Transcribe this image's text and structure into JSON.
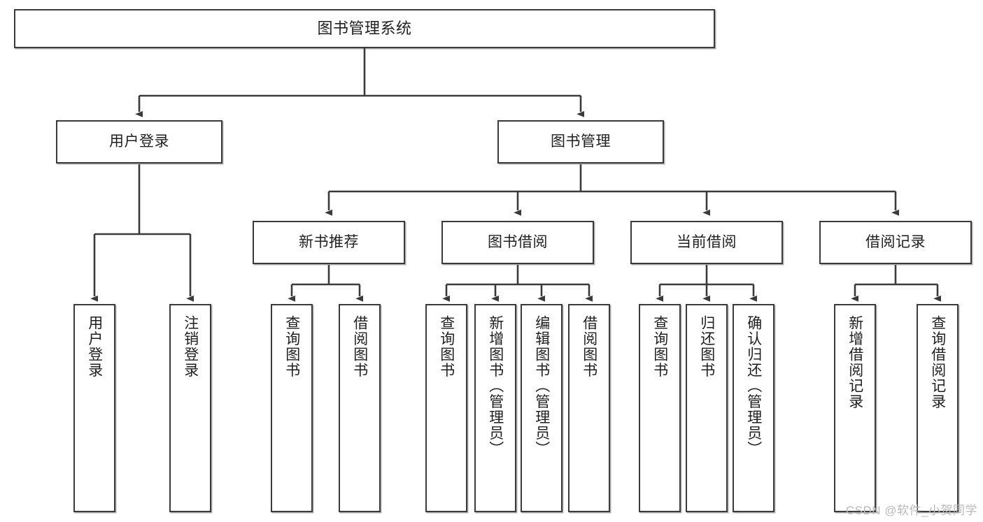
{
  "diagram": {
    "title": "图书管理系统",
    "watermark": "CSDN @软件_小贺同学",
    "line_color": "#3a3a3a",
    "box_fill": "#ffffff",
    "text_color": "#1f1f1f",
    "nodes": {
      "root": "图书管理系统",
      "level2": {
        "user_login": "用户登录",
        "book_manage": "图书管理"
      },
      "level3": {
        "new_book_rec": "新书推荐",
        "book_borrow": "图书借阅",
        "current_borrow": "当前借阅",
        "borrow_record": "借阅记录"
      },
      "leaves": {
        "user_login_1": "用户登录",
        "user_login_2": "注销登录",
        "new_book_rec_1": "查询图书",
        "new_book_rec_2": "借阅图书",
        "book_borrow_1": "查询图书",
        "book_borrow_2": "新增图书（管理员）",
        "book_borrow_3": "编辑图书（管理员）",
        "book_borrow_4": "借阅图书",
        "current_borrow_1": "查询图书",
        "current_borrow_2": "归还图书",
        "current_borrow_3": "确认归还（管理员）",
        "borrow_record_1": "新增借阅记录",
        "borrow_record_2": "查询借阅记录"
      }
    }
  },
  "chart_data": {
    "type": "table",
    "title": "图书管理系统",
    "hierarchy": [
      {
        "label": "图书管理系统",
        "level": 1,
        "children": [
          {
            "label": "用户登录",
            "level": 2,
            "children": [
              {
                "label": "用户登录",
                "level": 3,
                "children": []
              },
              {
                "label": "注销登录",
                "level": 3,
                "children": []
              }
            ]
          },
          {
            "label": "图书管理",
            "level": 2,
            "children": [
              {
                "label": "新书推荐",
                "level": 3,
                "children": [
                  {
                    "label": "查询图书",
                    "level": 4,
                    "children": []
                  },
                  {
                    "label": "借阅图书",
                    "level": 4,
                    "children": []
                  }
                ]
              },
              {
                "label": "图书借阅",
                "level": 3,
                "children": [
                  {
                    "label": "查询图书",
                    "level": 4,
                    "children": []
                  },
                  {
                    "label": "新增图书（管理员）",
                    "level": 4,
                    "children": []
                  },
                  {
                    "label": "编辑图书（管理员）",
                    "level": 4,
                    "children": []
                  },
                  {
                    "label": "借阅图书",
                    "level": 4,
                    "children": []
                  }
                ]
              },
              {
                "label": "当前借阅",
                "level": 3,
                "children": [
                  {
                    "label": "查询图书",
                    "level": 4,
                    "children": []
                  },
                  {
                    "label": "归还图书",
                    "level": 4,
                    "children": []
                  },
                  {
                    "label": "确认归还（管理员）",
                    "level": 4,
                    "children": []
                  }
                ]
              },
              {
                "label": "借阅记录",
                "level": 3,
                "children": [
                  {
                    "label": "新增借阅记录",
                    "level": 4,
                    "children": []
                  },
                  {
                    "label": "查询借阅记录",
                    "level": 4,
                    "children": []
                  }
                ]
              }
            ]
          }
        ]
      }
    ]
  }
}
